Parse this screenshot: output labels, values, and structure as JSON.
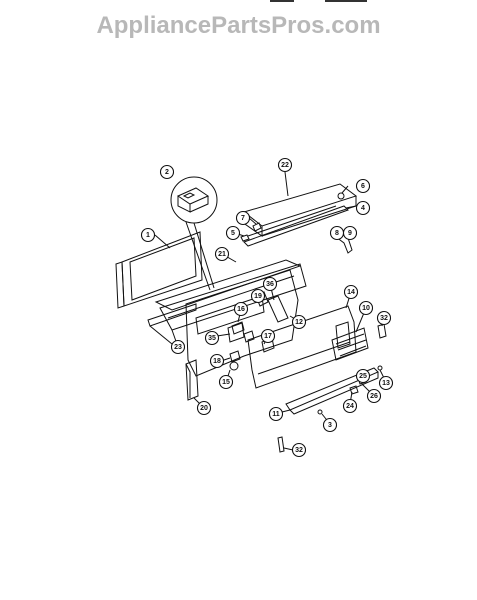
{
  "watermark": "AppliancePartsPros.com",
  "callouts": [
    {
      "id": "c1",
      "label": "1"
    },
    {
      "id": "c2",
      "label": "2"
    },
    {
      "id": "c3",
      "label": "3"
    },
    {
      "id": "c4",
      "label": "4"
    },
    {
      "id": "c5",
      "label": "5"
    },
    {
      "id": "c6",
      "label": "6"
    },
    {
      "id": "c7",
      "label": "7"
    },
    {
      "id": "c8",
      "label": "8"
    },
    {
      "id": "c9",
      "label": "9"
    },
    {
      "id": "c10",
      "label": "10"
    },
    {
      "id": "c11",
      "label": "11"
    },
    {
      "id": "c12",
      "label": "12"
    },
    {
      "id": "c13",
      "label": "13"
    },
    {
      "id": "c14",
      "label": "14"
    },
    {
      "id": "c15",
      "label": "15"
    },
    {
      "id": "c16",
      "label": "16"
    },
    {
      "id": "c17",
      "label": "17"
    },
    {
      "id": "c18",
      "label": "18"
    },
    {
      "id": "c19",
      "label": "19"
    },
    {
      "id": "c20",
      "label": "20"
    },
    {
      "id": "c21",
      "label": "21"
    },
    {
      "id": "c22",
      "label": "22"
    },
    {
      "id": "c23",
      "label": "23"
    },
    {
      "id": "c24",
      "label": "24"
    },
    {
      "id": "c25",
      "label": "25"
    },
    {
      "id": "c26",
      "label": "26"
    },
    {
      "id": "c32a",
      "label": "32"
    },
    {
      "id": "c32b",
      "label": "32"
    },
    {
      "id": "c35",
      "label": "35"
    },
    {
      "id": "c36",
      "label": "36"
    }
  ]
}
